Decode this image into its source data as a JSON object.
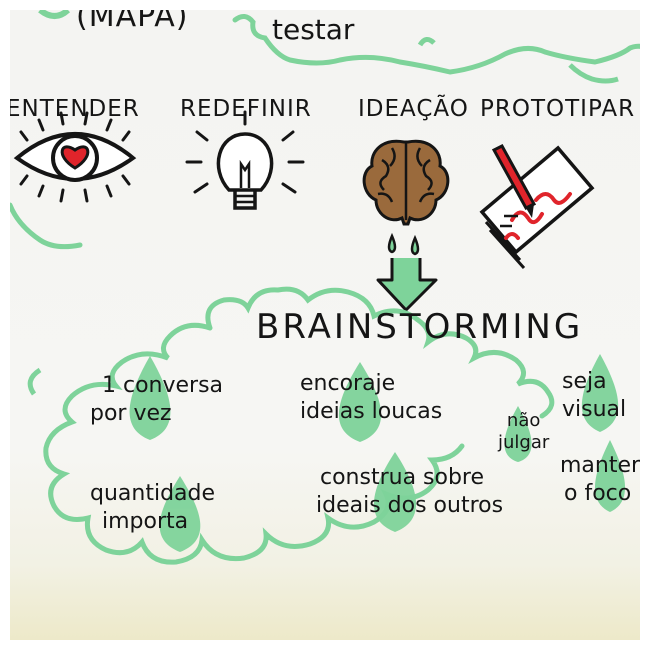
{
  "header": {
    "map_label": "(MAPA)",
    "testar_label": "testar"
  },
  "stages": [
    {
      "label": "ENTENDER",
      "icon": "eye-heart-icon"
    },
    {
      "label": "REDEFINIR",
      "icon": "lightbulb-icon"
    },
    {
      "label": "IDEAÇÃO",
      "icon": "brain-icon"
    },
    {
      "label": "PROTOTIPAR",
      "icon": "pencil-paper-icon"
    }
  ],
  "brainstorming": {
    "title": "BRAINSTORMING",
    "tips": [
      {
        "line1": "1 conversa",
        "line2": "por vez"
      },
      {
        "line1": "encoraje",
        "line2": "ideias loucas"
      },
      {
        "line1": "não",
        "line2": "julgar"
      },
      {
        "line1": "seja",
        "line2": "visual"
      },
      {
        "line1": "quantidade",
        "line2": "importa"
      },
      {
        "line1": "construa sobre",
        "line2": "ideais dos outros"
      },
      {
        "line1": "manter",
        "line2": "o foco"
      }
    ]
  },
  "colors": {
    "marker_green": "#7ed39a",
    "marker_red": "#e0242b",
    "ink_black": "#151515",
    "brain_brown": "#9a6a3c"
  }
}
